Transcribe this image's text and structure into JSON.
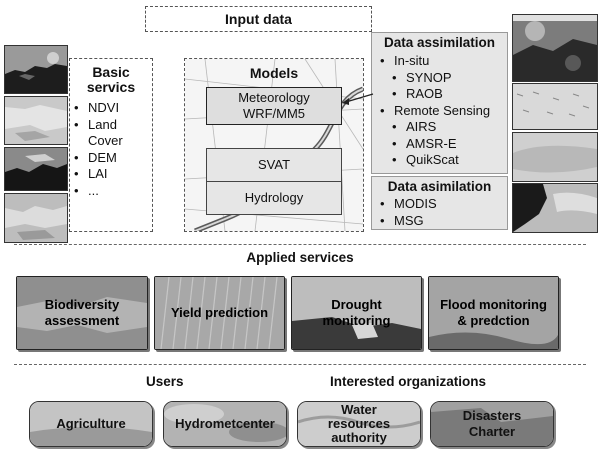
{
  "input_data": {
    "title": "Input data"
  },
  "basic_services": {
    "title_line1": "Basic",
    "title_line2": "servics",
    "items": [
      "NDVI",
      "Land",
      "Cover",
      "DEM",
      "LAI",
      "..."
    ]
  },
  "models": {
    "title": "Models",
    "boxes": [
      "Meteorology",
      "WRF/MM5",
      "SVAT",
      "Hydrology"
    ]
  },
  "data_assimilation": {
    "title": "Data assimilation",
    "in_situ": "In-situ",
    "in_situ_items": [
      "SYNOP",
      "RAOB"
    ],
    "remote_sensing": "Remote Sensing",
    "remote_items": [
      "AIRS",
      "AMSR-E",
      "QuikScat"
    ]
  },
  "data_asimilation2": {
    "title": "Data asimilation",
    "items": [
      "MODIS",
      "MSG"
    ]
  },
  "applied_services": {
    "title": "Applied services",
    "cards": [
      [
        "Biodiversity",
        "assessment"
      ],
      [
        "Yield prediction"
      ],
      [
        "Drought",
        "monitoring"
      ],
      [
        "Flood monitoring",
        "& predction"
      ]
    ]
  },
  "bottom": {
    "users_label": "Users",
    "orgs_label": "Interested organizations",
    "cards": [
      [
        "Agriculture"
      ],
      [
        "Hydrometcenter"
      ],
      [
        "Water",
        "resources",
        "authority"
      ],
      [
        "Disasters",
        "Charter"
      ]
    ]
  }
}
